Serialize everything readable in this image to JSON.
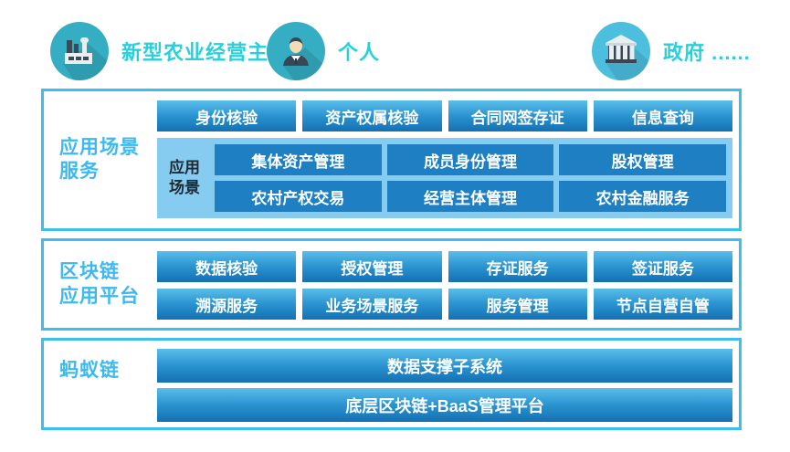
{
  "colors": {
    "accent-border": "#3bbfee",
    "section-title": "#3db9ef",
    "header-label": "#27d0da",
    "grad-top": "#5abeea",
    "grad-mid": "#2a93d0",
    "grad-bottom": "#1470b2",
    "flat-button": "#1e7fc2",
    "panel-bg": "#85ccf0",
    "circle-teal": "#35adc3",
    "circle-blue": "#4cbfdf",
    "inner-label": "#1f2933"
  },
  "header": {
    "actors": [
      {
        "label": "新型农业经营主体",
        "icon": "factory-icon"
      },
      {
        "label": "个人",
        "icon": "person-icon"
      },
      {
        "label": "政府 ......",
        "icon": "government-icon"
      }
    ]
  },
  "sections": {
    "app": {
      "title_line1": "应用场景",
      "title_line2": "服务",
      "top_buttons": [
        "身份核验",
        "资产权属核验",
        "合同网签存证",
        "信息查询"
      ],
      "panel_label_line1": "应用",
      "panel_label_line2": "场景",
      "panel_buttons": [
        "集体资产管理",
        "成员身份管理",
        "股权管理",
        "农村产权交易",
        "经营主体管理",
        "农村金融服务"
      ]
    },
    "platform": {
      "title_line1": "区块链",
      "title_line2": "应用平台",
      "buttons": [
        "数据核验",
        "授权管理",
        "存证服务",
        "签证服务",
        "溯源服务",
        "业务场景服务",
        "服务管理",
        "节点自营自管"
      ]
    },
    "antchain": {
      "title": "蚂蚁链",
      "bars": [
        "数据支撑子系统",
        "底层区块链+BaaS管理平台"
      ]
    }
  }
}
